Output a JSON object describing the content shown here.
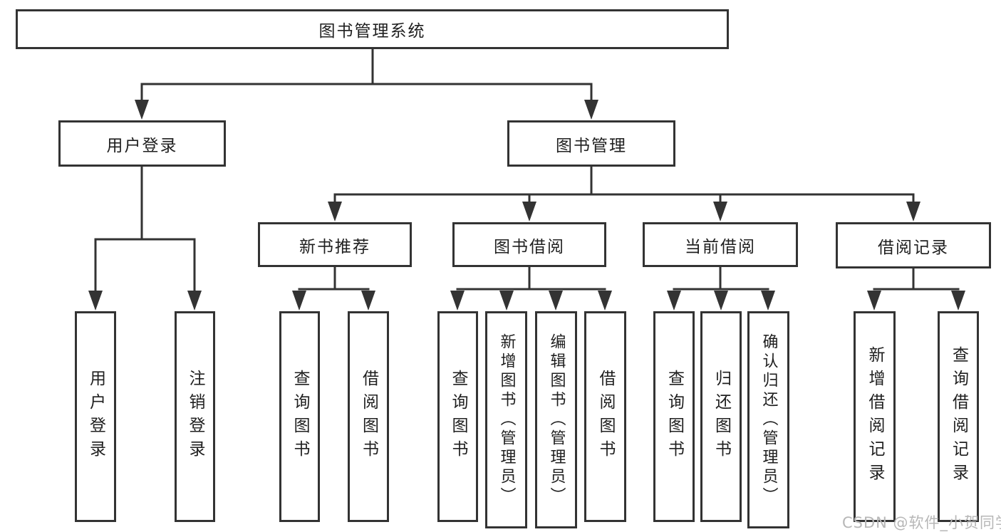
{
  "tree": {
    "label": "图书管理系统",
    "children": [
      {
        "label": "用户登录",
        "children": [
          {
            "label": "用户登录"
          },
          {
            "label": "注销登录"
          }
        ]
      },
      {
        "label": "图书管理",
        "children": [
          {
            "label": "新书推荐",
            "children": [
              {
                "label": "查询图书"
              },
              {
                "label": "借阅图书"
              }
            ]
          },
          {
            "label": "图书借阅",
            "children": [
              {
                "label": "查询图书"
              },
              {
                "label": "新增图书（管理员）"
              },
              {
                "label": "编辑图书（管理员）"
              },
              {
                "label": "借阅图书"
              }
            ]
          },
          {
            "label": "当前借阅",
            "children": [
              {
                "label": "查询图书"
              },
              {
                "label": "归还图书"
              },
              {
                "label": "确认归还（管理员）"
              }
            ]
          },
          {
            "label": "借阅记录",
            "children": [
              {
                "label": "新增借阅记录"
              },
              {
                "label": "查询借阅记录"
              }
            ]
          }
        ]
      }
    ]
  },
  "watermark": {
    "text": "CSDN @软件_小贺同学"
  },
  "colors": {
    "line": "#333333",
    "box_border": "#333333",
    "box_fill": "#ffffff",
    "text": "#1f1f1f",
    "watermark": "#b7b7b7"
  }
}
